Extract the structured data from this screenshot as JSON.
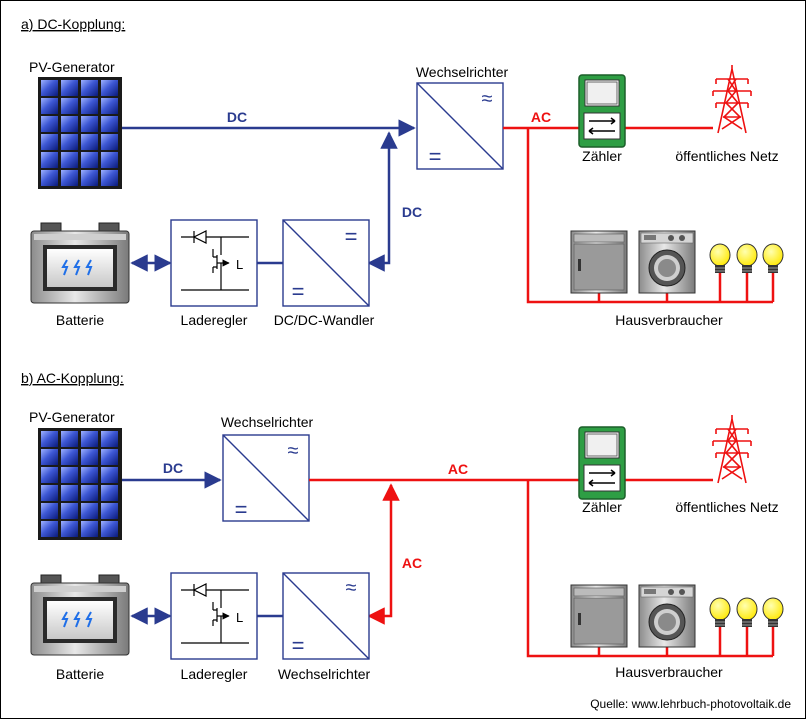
{
  "colors": {
    "dc_line": "#2a3b8f",
    "ac_line": "#ee1111",
    "meter": "#2e9e44",
    "pylon": "#ee1111"
  },
  "section_a": {
    "heading": "a) DC-Kopplung:",
    "pv_label": "PV-Generator",
    "inverter_label": "Wechselrichter",
    "dc_label_top": "DC",
    "dc_label_vertical": "DC",
    "ac_label": "AC",
    "meter_label": "Zähler",
    "grid_label": "öffentliches Netz",
    "battery_label": "Batterie",
    "charger_label": "Laderegler",
    "converter_label": "DC/DC-Wandler",
    "consumers_label": "Hausverbraucher"
  },
  "section_b": {
    "heading": "b) AC-Kopplung:",
    "pv_label": "PV-Generator",
    "inverter_label": "Wechselrichter",
    "dc_label": "DC",
    "ac_label_top": "AC",
    "ac_label_vertical": "AC",
    "meter_label": "Zähler",
    "grid_label": "öffentliches Netz",
    "battery_label": "Batterie",
    "charger_label": "Laderegler",
    "battery_inverter_label": "Wechselrichter",
    "consumers_label": "Hausverbraucher"
  },
  "symbols": {
    "ac": "≈",
    "dc": "=",
    "inductor": "L"
  },
  "source": "Quelle: www.lehrbuch-photovoltaik.de"
}
